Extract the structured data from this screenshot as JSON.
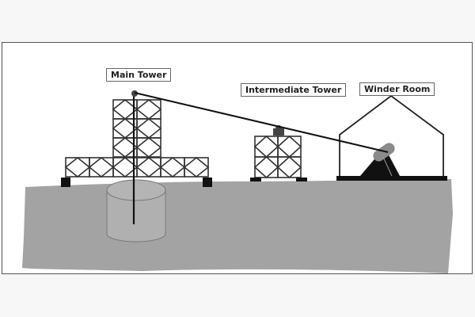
{
  "diagram": {
    "labels": {
      "main_tower": "Main Tower",
      "intermediate_tower": "Intermediate Tower",
      "winder_room": "Winder Room"
    },
    "colors": {
      "ground": "#a3a3a3",
      "structure": "#2a2a2a",
      "shaft": "#b0b0b0",
      "frame_border": "#555555"
    }
  }
}
